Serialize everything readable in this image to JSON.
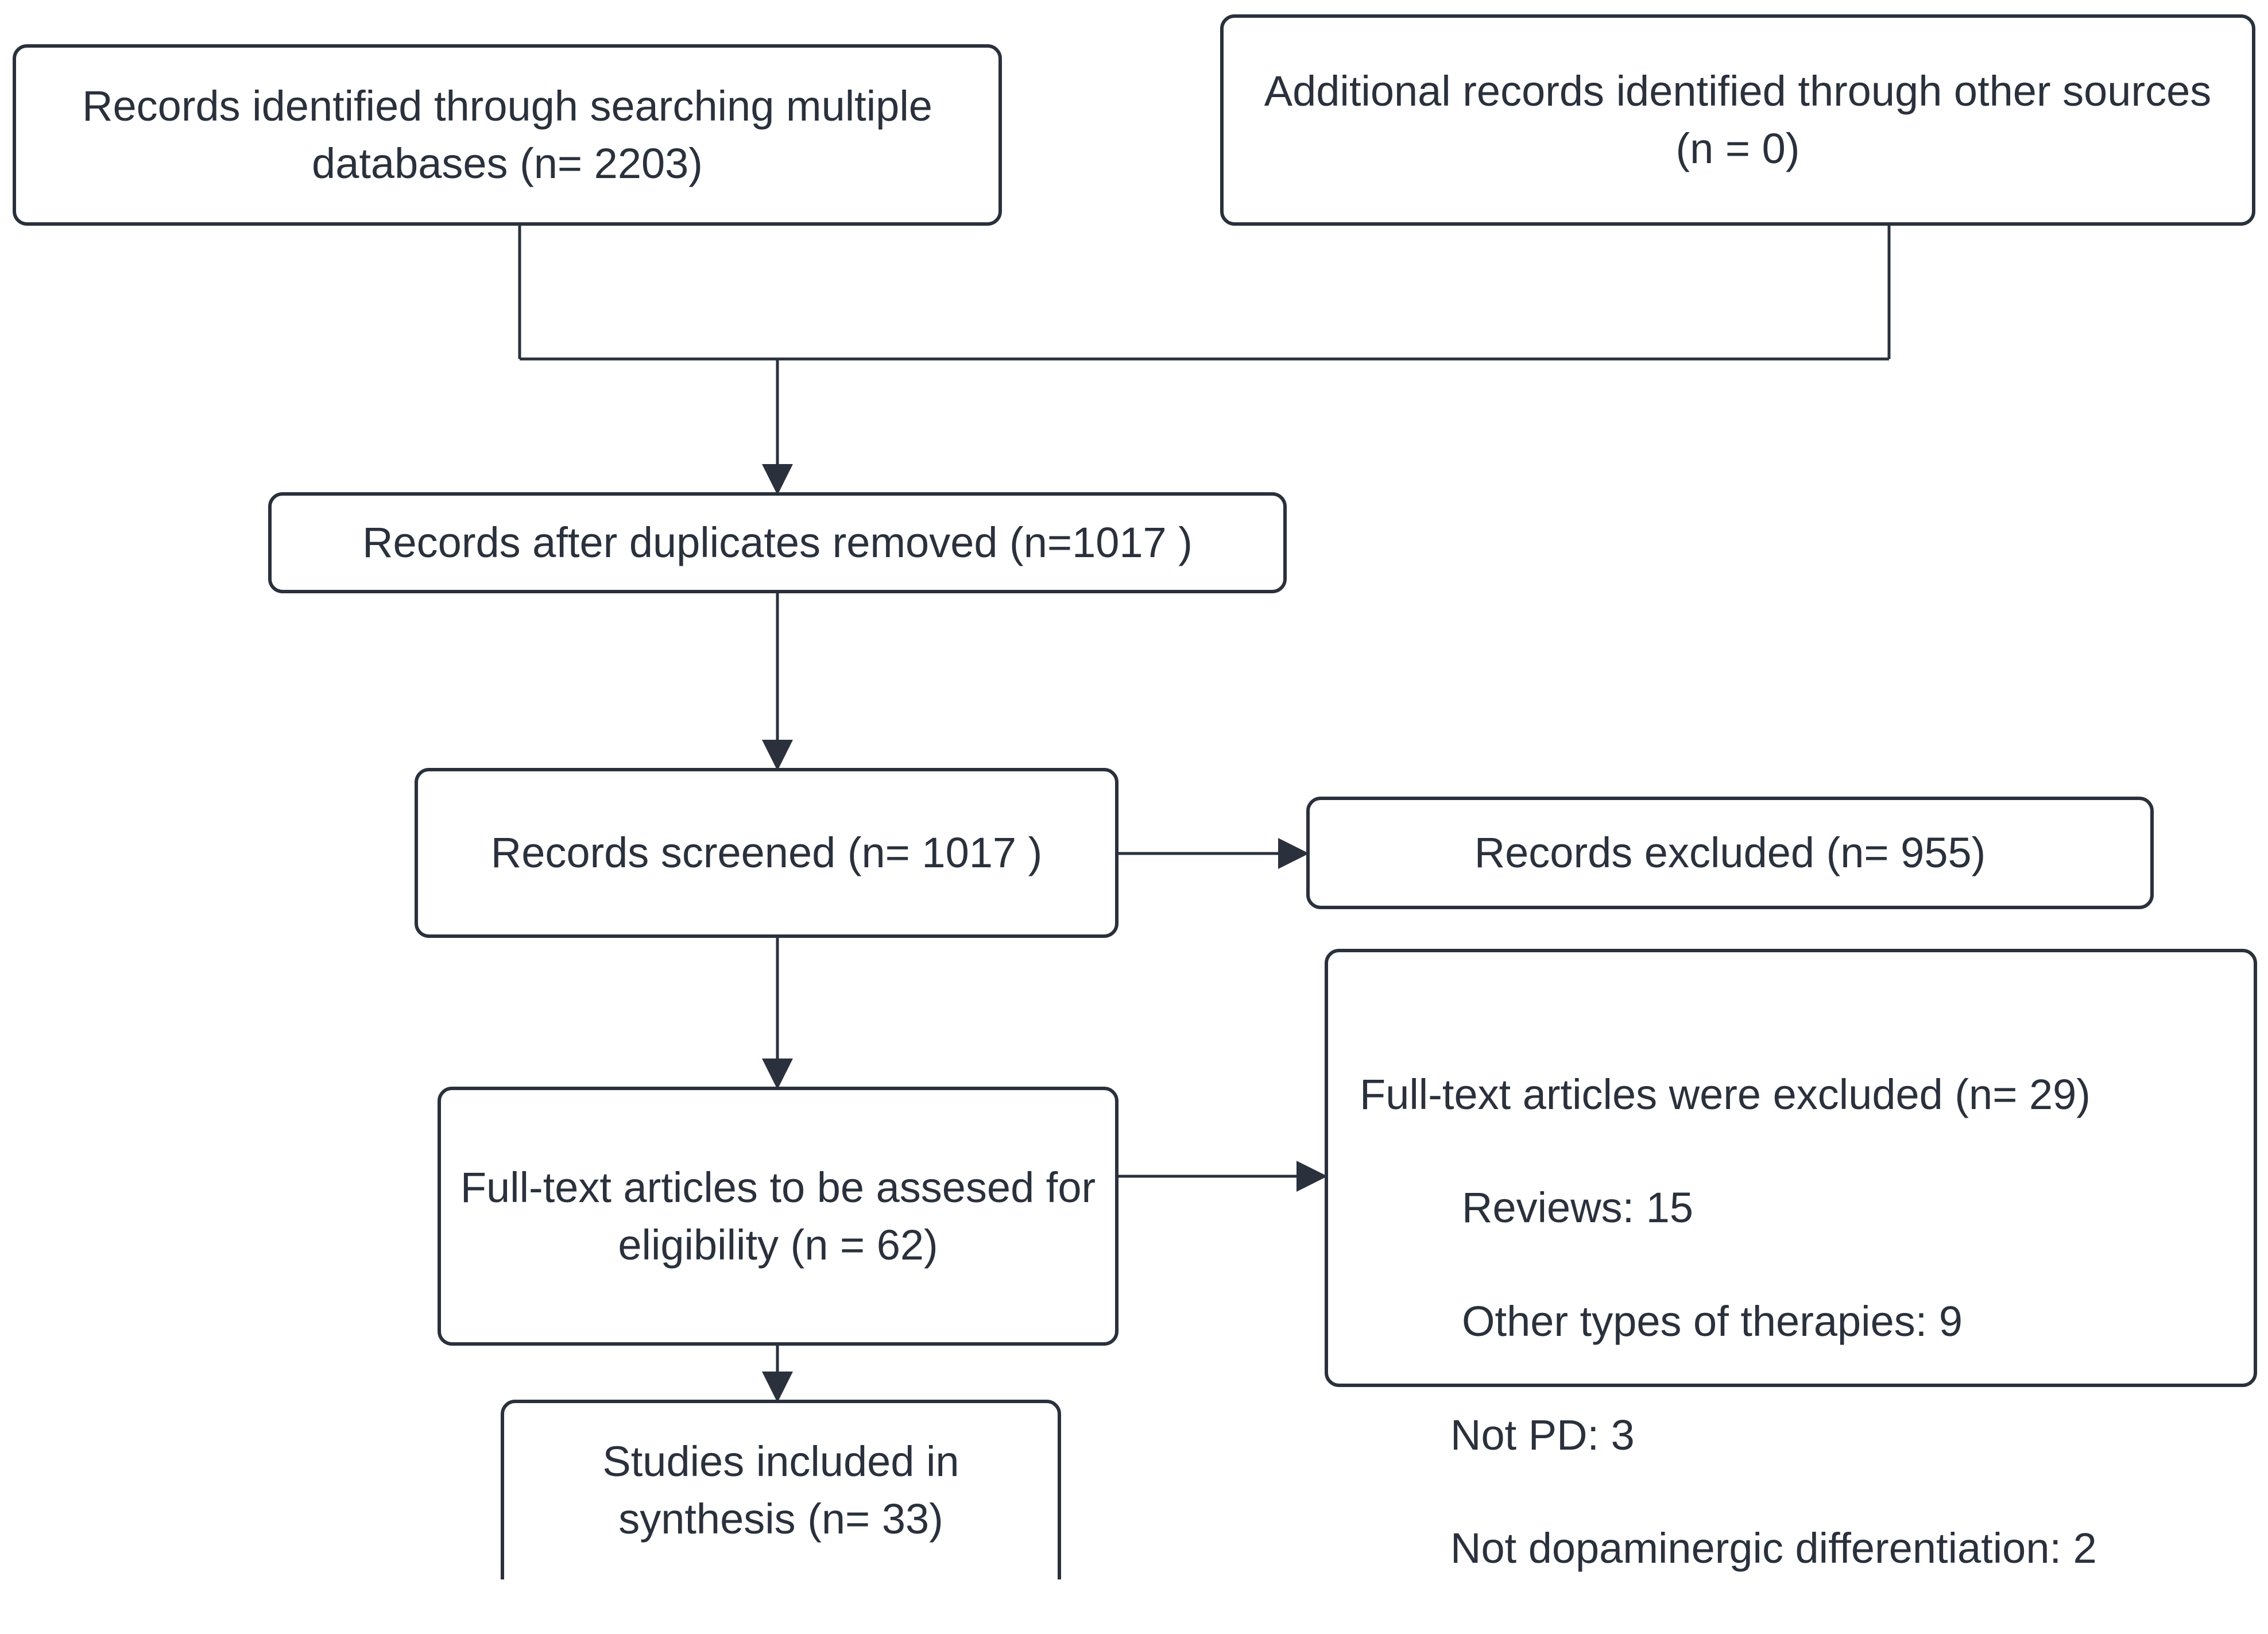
{
  "diagram": {
    "type": "prisma-flow-diagram",
    "title": "",
    "colors": {
      "stroke": "#2a313c",
      "text": "#2a313c",
      "background": "#ffffff",
      "node_fill": "#ffffff"
    }
  },
  "nodes": {
    "identified": {
      "label": "Records identified through searching multiple databases (n= 2203)",
      "count": 2203
    },
    "additional": {
      "label": "Additional records identified through other sources (n = 0)",
      "count": 0
    },
    "duplicates_removed": {
      "label": "Records after duplicates removed (n=1017 )",
      "count": 1017
    },
    "screened": {
      "label": "Records screened (n= 1017 )",
      "count": 1017
    },
    "excluded": {
      "label": "Records excluded (n= 955)",
      "count": 955
    },
    "fulltext": {
      "label": "Full-text articles to be assesed for eligibility (n = 62)",
      "count": 62
    },
    "included": {
      "label": "Studies included in synthesis (n= 33)",
      "count": 33
    },
    "fulltext_excluded": {
      "heading": "Full-text articles were excluded (n= 29)",
      "count": 29,
      "reasons": [
        {
          "label": "Reviews: 15",
          "name": "Reviews",
          "value": 15
        },
        {
          "label": "Other types of therapies: 9",
          "name": "Other types of therapies",
          "value": 9
        },
        {
          "label": "Not PD: 3",
          "name": "Not PD",
          "value": 3
        },
        {
          "label": "Not dopaminergic differentiation: 2",
          "name": "Not dopaminergic differentiation",
          "value": 2
        }
      ]
    }
  },
  "edges": [
    {
      "from": "identified",
      "to": "duplicates_removed",
      "label": ""
    },
    {
      "from": "additional",
      "to": "duplicates_removed",
      "label": ""
    },
    {
      "from": "duplicates_removed",
      "to": "screened",
      "label": ""
    },
    {
      "from": "screened",
      "to": "excluded",
      "label": ""
    },
    {
      "from": "screened",
      "to": "fulltext",
      "label": ""
    },
    {
      "from": "fulltext",
      "to": "fulltext_excluded",
      "label": ""
    },
    {
      "from": "fulltext",
      "to": "included",
      "label": ""
    }
  ]
}
